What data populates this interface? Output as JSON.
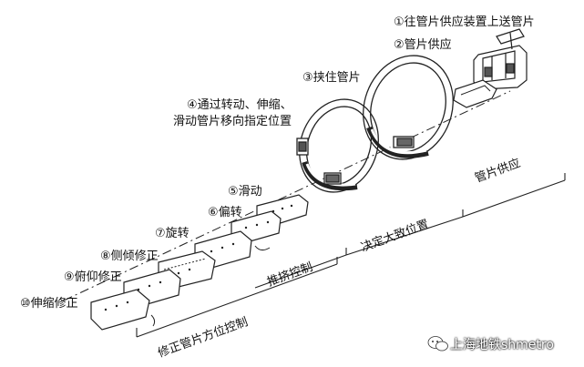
{
  "steps": {
    "s1": "①往管片供应装置上送管片",
    "s2": "②管片供应",
    "s3": "③挟住管片",
    "s4_line1": "④通过转动、伸缩、",
    "s4_line2": "滑动管片移向指定位置",
    "s5": "⑤滑动",
    "s6": "⑥偏转",
    "s7": "⑦旋转",
    "s8": "⑧侧倾修正",
    "s9": "⑨俯仰修正",
    "s10": "⑩伸缩修正"
  },
  "groups": {
    "supply": "管片供应",
    "rough_position": "决定大致位置",
    "push_control": "推挤控制",
    "orientation_control": "修正管片方位控制"
  },
  "watermark": {
    "text": "上海地铁shmetro",
    "icon": "wechat-icon"
  }
}
